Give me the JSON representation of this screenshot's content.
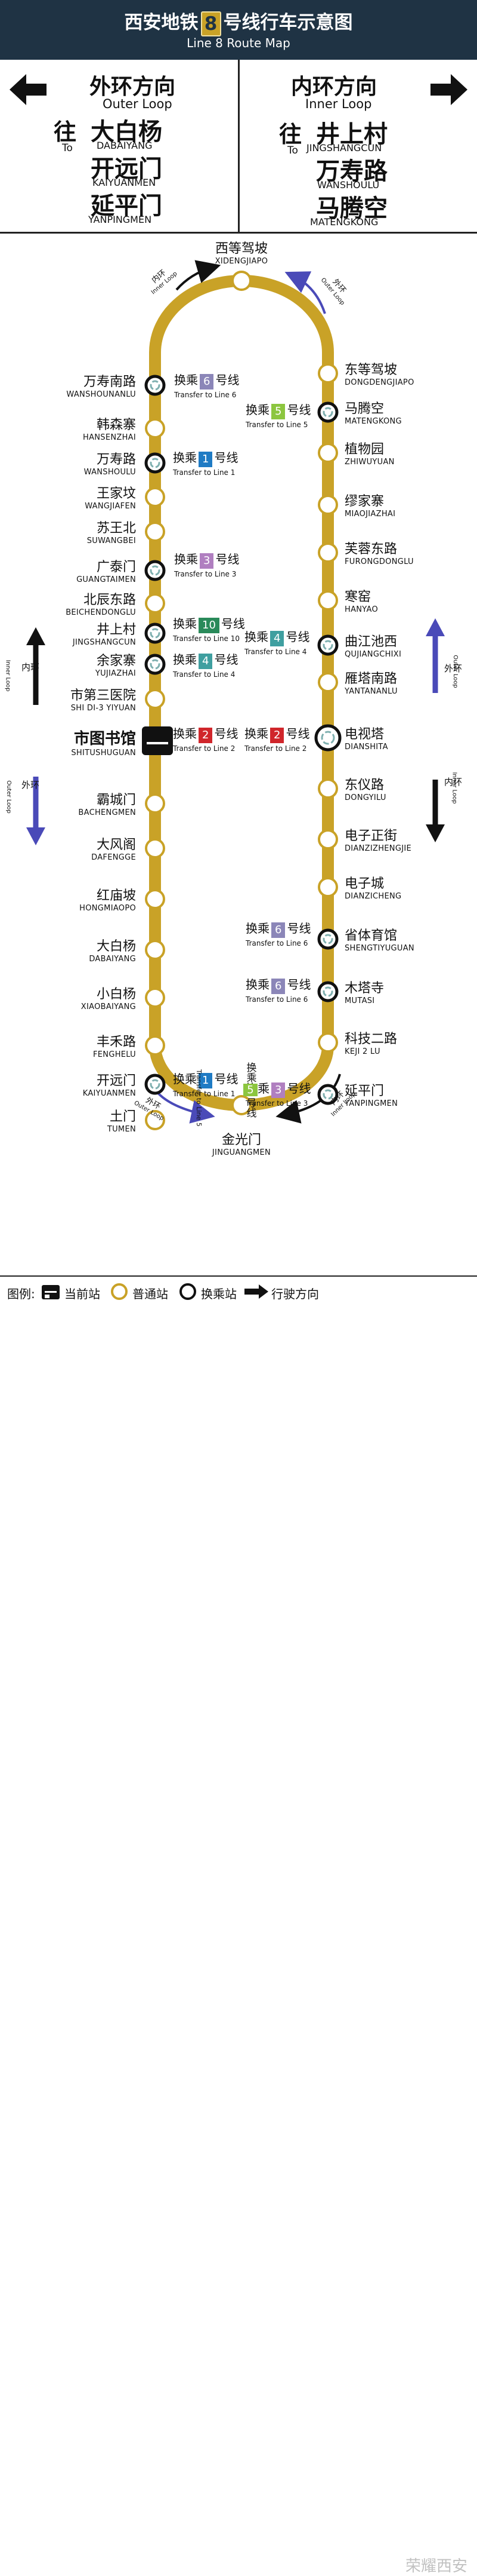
{
  "header": {
    "title_pre": "西安地铁",
    "title_num": "8",
    "title_post": "号线行车示意图",
    "subtitle": "Line 8 Route Map"
  },
  "outer_panel": {
    "title": "外环方向",
    "subtitle": "Outer Loop",
    "wang": "往",
    "to": "To",
    "destinations": [
      {
        "cn": "大白杨",
        "en": "DABAIYANG"
      },
      {
        "cn": "开远门",
        "en": "KAIYUANMEN"
      },
      {
        "cn": "延平门",
        "en": "YANPINGMEN"
      }
    ]
  },
  "inner_panel": {
    "title": "内环方向",
    "subtitle": "Inner Loop",
    "wang": "往",
    "to": "To",
    "destinations": [
      {
        "cn": "井上村",
        "en": "JINGSHANGCUN"
      },
      {
        "cn": "万寿路",
        "en": "WANSHOULU"
      },
      {
        "cn": "马腾空",
        "en": "MATENGKONG"
      }
    ]
  },
  "colors": {
    "track": "#c9a227",
    "header_bg": "#1f3344",
    "arrow_blue": "#4a4ab8",
    "line1": "#1f7bc4",
    "line2": "#d0262b",
    "line3": "#b07fc0",
    "line4": "#3f9fa0",
    "line5": "#8cc63f",
    "line6": "#8b86b8",
    "line10": "#2a8a5a"
  },
  "top_station": {
    "cn": "西等驾坡",
    "en": "XIDENGJIAPO"
  },
  "bottom_station": {
    "cn": "金光门",
    "en": "JINGUANGMEN"
  },
  "left_stations": [
    {
      "cn": "万寿南路",
      "en": "WANSHOUNANLU",
      "t": true
    },
    {
      "cn": "韩森寨",
      "en": "HANSENZHAI",
      "t": false
    },
    {
      "cn": "万寿路",
      "en": "WANSHOULU",
      "t": true
    },
    {
      "cn": "王家坟",
      "en": "WANGJIAFEN",
      "t": false
    },
    {
      "cn": "苏王北",
      "en": "SUWANGBEI",
      "t": false
    },
    {
      "cn": "广泰门",
      "en": "GUANGTAIMEN",
      "t": true
    },
    {
      "cn": "北辰东路",
      "en": "BEICHENDONGLU",
      "t": false
    },
    {
      "cn": "井上村",
      "en": "JINGSHANGCUN",
      "t": true
    },
    {
      "cn": "余家寨",
      "en": "YUJIAZHAI",
      "t": true
    },
    {
      "cn": "市第三医院",
      "en": "SHI DI-3 YIYUAN",
      "t": false
    },
    {
      "cn": "市图书馆",
      "en": "SHITUSHUGUAN",
      "t": true,
      "current": true
    },
    {
      "cn": "霸城门",
      "en": "BACHENGMEN",
      "t": false
    },
    {
      "cn": "大风阁",
      "en": "DAFENGGE",
      "t": false
    },
    {
      "cn": "红庙坡",
      "en": "HONGMIAOPO",
      "t": false
    },
    {
      "cn": "大白杨",
      "en": "DABAIYANG",
      "t": false
    },
    {
      "cn": "小白杨",
      "en": "XIAOBAIYANG",
      "t": false
    },
    {
      "cn": "丰禾路",
      "en": "FENGHELU",
      "t": false
    },
    {
      "cn": "开远门",
      "en": "KAIYUANMEN",
      "t": true
    },
    {
      "cn": "土门",
      "en": "TUMEN",
      "t": false
    }
  ],
  "right_stations": [
    {
      "cn": "东等驾坡",
      "en": "DONGDENGJIAPO",
      "t": false
    },
    {
      "cn": "马腾空",
      "en": "MATENGKONG",
      "t": true
    },
    {
      "cn": "植物园",
      "en": "ZHIWUYUAN",
      "t": false
    },
    {
      "cn": "缪家寨",
      "en": "MIAOJIAZHAI",
      "t": false
    },
    {
      "cn": "芙蓉东路",
      "en": "FURONGDONGLU",
      "t": false
    },
    {
      "cn": "寒窑",
      "en": "HANYAO",
      "t": false
    },
    {
      "cn": "曲江池西",
      "en": "QUJIANGCHIXI",
      "t": true
    },
    {
      "cn": "雁塔南路",
      "en": "YANTANANLU",
      "t": false
    },
    {
      "cn": "电视塔",
      "en": "DIANSHITA",
      "t": true,
      "big": true
    },
    {
      "cn": "东仪路",
      "en": "DONGYILU",
      "t": false
    },
    {
      "cn": "电子正街",
      "en": "DIANZIZHENGJIE",
      "t": false
    },
    {
      "cn": "电子城",
      "en": "DIANZICHENG",
      "t": false
    },
    {
      "cn": "省体育馆",
      "en": "SHENGTIYUGUAN",
      "t": true
    },
    {
      "cn": "木塔寺",
      "en": "MUTASI",
      "t": true
    },
    {
      "cn": "科技二路",
      "en": "KEJI 2 LU",
      "t": false
    },
    {
      "cn": "延平门",
      "en": "YANPINGMEN",
      "t": true
    }
  ],
  "transfer_text": {
    "hc": "换乘",
    "hx": "号线"
  },
  "transfers": [
    {
      "num": "6",
      "sub": "Transfer to Line 6",
      "c": "line6"
    },
    {
      "num": "1",
      "sub": "Transfer to Line 1",
      "c": "line1"
    },
    {
      "num": "3",
      "sub": "Transfer to Line 3",
      "c": "line3"
    },
    {
      "num": "10",
      "sub": "Transfer to Line 10",
      "c": "line10"
    },
    {
      "num": "4",
      "sub": "Transfer to Line 4",
      "c": "line4"
    },
    {
      "num": "2",
      "sub": "Transfer to Line 2",
      "c": "line2"
    },
    {
      "num": "1",
      "sub": "Transfer to Line 1",
      "c": "line1"
    },
    {
      "num": "5",
      "sub": "Transfer to Line 5",
      "c": "line5"
    },
    {
      "num": "4",
      "sub": "Transfer to Line 4",
      "c": "line4"
    },
    {
      "num": "2",
      "sub": "Transfer to Line 2",
      "c": "line2"
    },
    {
      "num": "6",
      "sub": "Transfer to Line 6",
      "c": "line6"
    },
    {
      "num": "6",
      "sub": "Transfer to Line 6",
      "c": "line6"
    },
    {
      "num": "3",
      "sub": "Transfer to Line 3",
      "c": "line3"
    }
  ],
  "bottom_transfer": {
    "hc": "换乘",
    "num": "5",
    "hx": "号线",
    "sub": "Transfer to Line 5"
  },
  "loop_labels": {
    "inner_cn": "内环",
    "inner_en": "Inner Loop",
    "outer_cn": "外环",
    "outer_en": "Outer Loop"
  },
  "legend": {
    "title": "图例:",
    "current": "当前站",
    "normal": "普通站",
    "transfer": "换乘站",
    "direction": "行驶方向"
  },
  "watermark": "荣耀西安"
}
